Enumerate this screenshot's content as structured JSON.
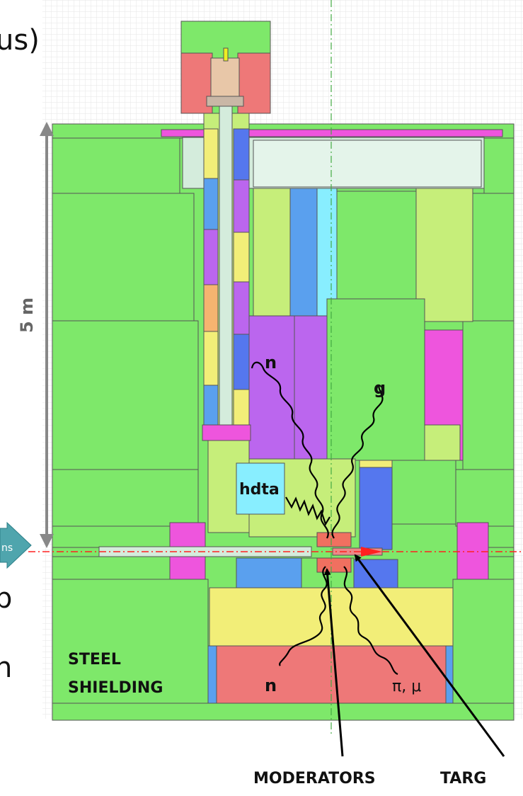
{
  "labels": {
    "cut_top": "us)",
    "dimension": "5 m",
    "neutron_top": "n",
    "gamma": "g",
    "hdta": "hdta",
    "neutron_bottom": "n",
    "pi_mu": "π, μ",
    "steel_1": "STEEL",
    "steel_2": "SHIELDING",
    "moderators": "MODERATORS",
    "target": "TARG",
    "beam_arrow": "ns",
    "cut_mid": "b",
    "cut_low": "n"
  },
  "colors": {
    "steel": "#7ee86a",
    "light_green": "#c6ee7a",
    "yellow": "#f2ee78",
    "salmon": "#ee7878",
    "violet": "#bb66ee",
    "blue": "#5577ee",
    "cyan": "#88eeff",
    "magenta": "#ee55dd",
    "orange": "#f6b470",
    "pale_teal": "#d4ecdc",
    "beam": "#ff2020",
    "arrow_teal": "#4fa5ad"
  }
}
